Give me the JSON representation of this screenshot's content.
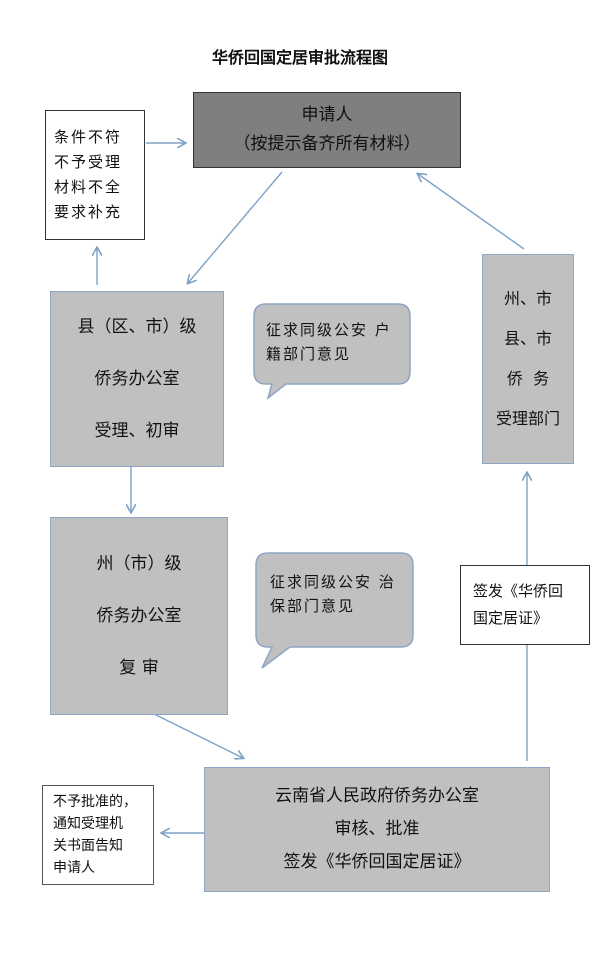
{
  "title": "华侨回国定居审批流程图",
  "applicant": {
    "line1": "申请人",
    "line2": "（按提示备齐所有材料）"
  },
  "reject_note": {
    "lines": [
      "条件不符",
      "不予受理",
      "材料不全",
      "要求补充"
    ]
  },
  "county_office": {
    "lines": [
      "县（区、市）级",
      "侨务办公室",
      "受理、初审"
    ]
  },
  "callout_household": {
    "lines": [
      "征求同级公安",
      "户籍部门意见"
    ]
  },
  "prefecture_office": {
    "lines": [
      "州（市）级",
      "侨务办公室",
      "复 审"
    ]
  },
  "callout_security": {
    "lines": [
      "征求同级公安",
      "治保部门意见"
    ]
  },
  "provincial_office": {
    "lines": [
      "云南省人民政府侨务办公室",
      "审核、批准",
      "签发《华侨回国定居证》"
    ]
  },
  "not_approved_note": {
    "lines": [
      "不予批准的，",
      "通知受理机",
      "关书面告知",
      "申请人"
    ]
  },
  "issue_note": {
    "lines": [
      "签发《华侨回",
      "国定居证》"
    ]
  },
  "receiving_dept": {
    "lines": [
      "州、市",
      "县、市",
      "侨  务",
      "受理部门"
    ]
  },
  "colors": {
    "box_fill": "#c0c0c0",
    "dark_fill": "#7f7f7f",
    "arrow": "#7da2c8",
    "border": "#8ea5c5"
  }
}
